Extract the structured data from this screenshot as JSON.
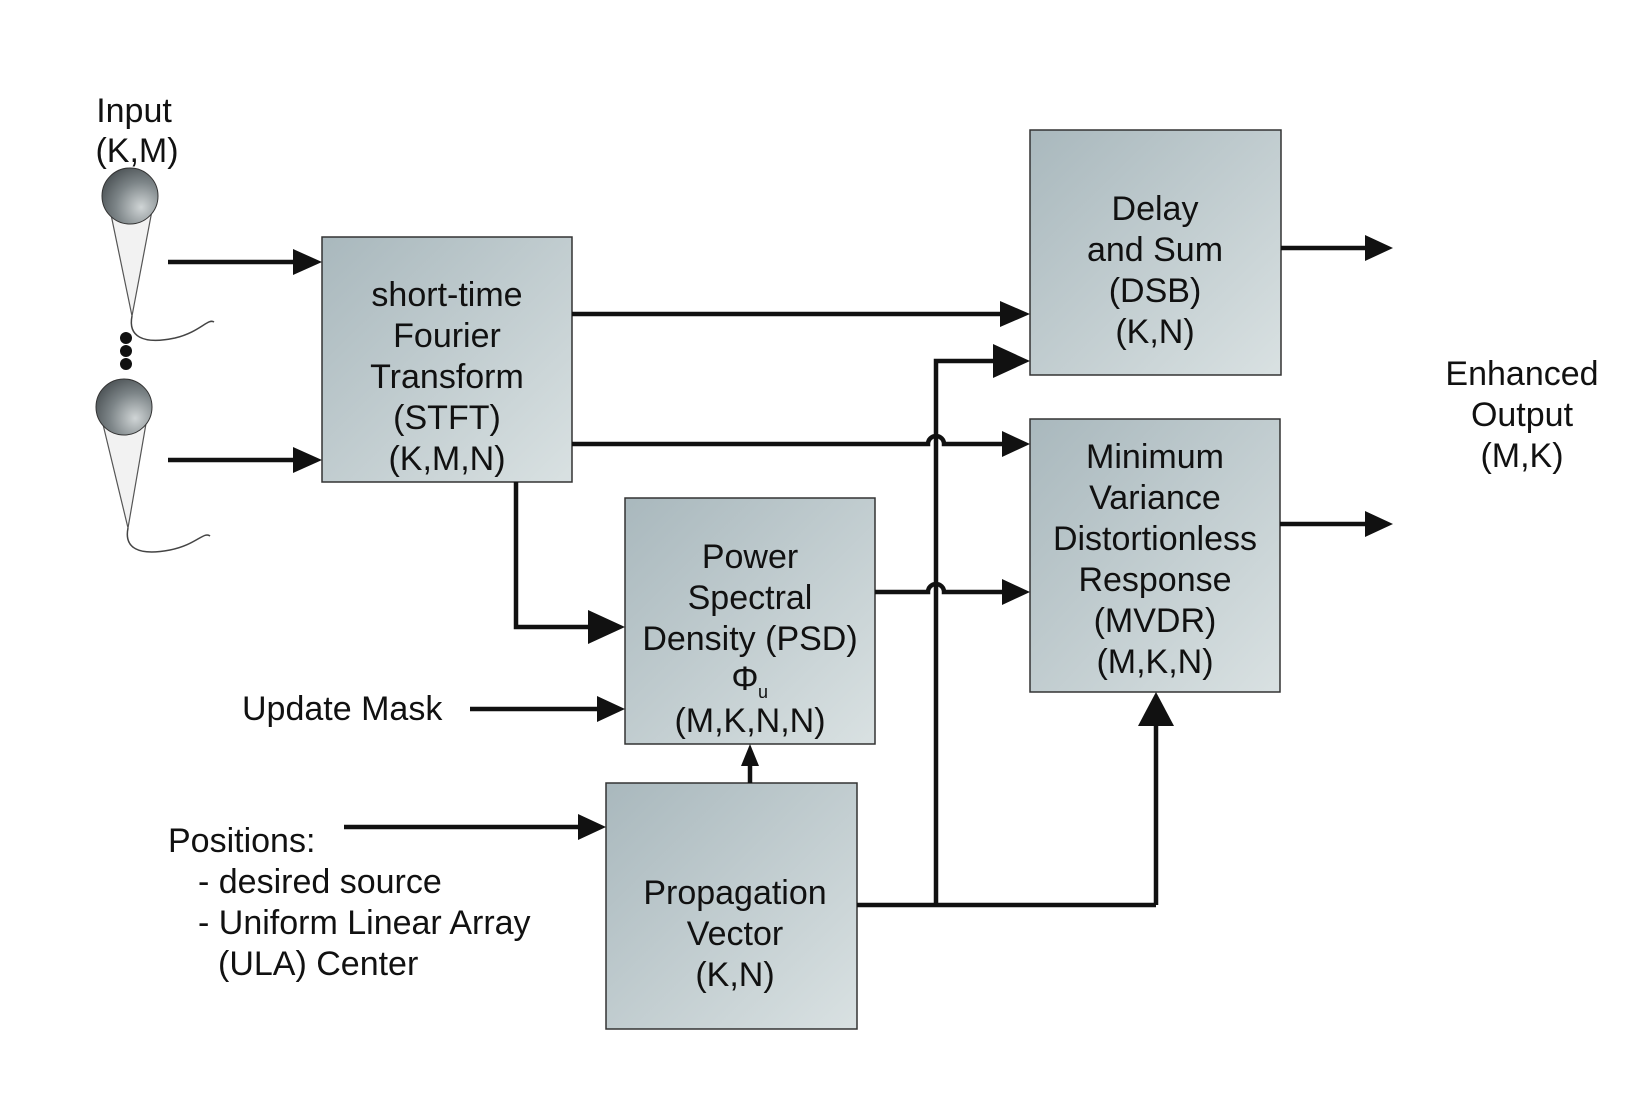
{
  "diagram": {
    "input": {
      "line1": "Input",
      "line2": "(K,M)"
    },
    "stft": {
      "lines": [
        "short-time",
        "Fourier",
        "Transform",
        "(STFT)",
        "(K,M,N)"
      ]
    },
    "dsb": {
      "lines": [
        "Delay",
        "and Sum",
        "(DSB)",
        "(K,N)"
      ]
    },
    "mvdr": {
      "lines": [
        "Minimum",
        "Variance",
        "Distortionless",
        "Response",
        "(MVDR)",
        "(M,K,N)"
      ]
    },
    "psd": {
      "lines": [
        "Power",
        "Spectral",
        "Density (PSD)",
        "Φ",
        "u",
        "(M,K,N,N)"
      ]
    },
    "propagation": {
      "lines": [
        "Propagation",
        "Vector",
        "(K,N)"
      ]
    },
    "output": {
      "lines": [
        "Enhanced",
        "Output",
        "(M,K)"
      ]
    },
    "update_mask": "Update Mask",
    "positions": {
      "lines": [
        "Positions:",
        "- desired source",
        "- Uniform Linear Array",
        "(ULA) Center"
      ]
    }
  },
  "colors": {
    "block_gradient_start": "#a9b8bd",
    "block_gradient_end": "#d7dfe0",
    "line": "#111111",
    "mic_head_dark": "#4f5659",
    "mic_head_light": "#c9cfd0"
  }
}
